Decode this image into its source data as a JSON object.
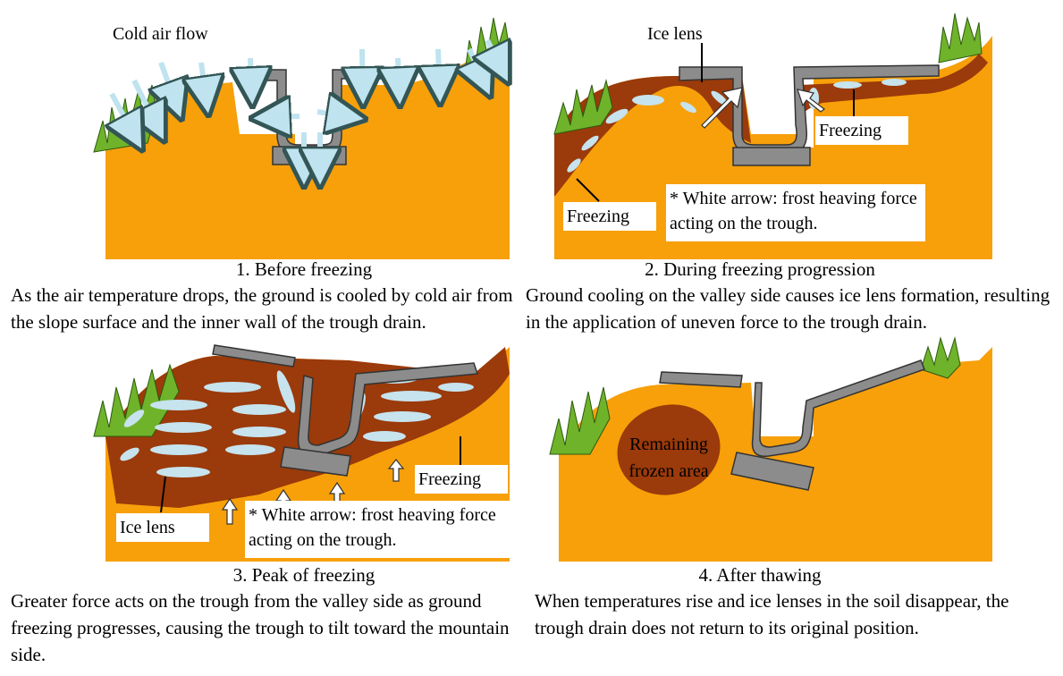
{
  "panels": [
    {
      "caption": "1. Before freezing",
      "description": "As the air temperature drops, the ground is cooled by cold air from the slope surface and the inner wall of the trough drain.",
      "labels": {
        "cold_air": "Cold air flow"
      }
    },
    {
      "caption": "2. During freezing progression",
      "description": "Ground cooling on the valley side causes ice lens formation, resulting in the application of uneven force to the trough drain.",
      "labels": {
        "ice_lens": "Ice lens",
        "freezing_right": "Freezing",
        "freezing_left": "Freezing",
        "note": "* White arrow: frost heaving force acting on the trough."
      }
    },
    {
      "caption": "3. Peak of freezing",
      "description": "Greater force acts on the trough from the valley side as ground freezing progresses, causing the trough to tilt toward the mountain side.",
      "labels": {
        "freezing": "Freezing",
        "ice_lens": "Ice lens",
        "note": "* White arrow: frost heaving force acting on the trough."
      }
    },
    {
      "caption": "4. After thawing",
      "description": "When temperatures rise and ice lenses in the soil disappear, the trough drain does not return to its original position.",
      "labels": {
        "remaining": "Remaining frozen area"
      }
    }
  ],
  "colors": {
    "soil": "#F7A00A",
    "frozen": "#9B3A0A",
    "ice": "#C6E3EE",
    "concrete": "#8C8C8C",
    "grass": "#6FB32A"
  }
}
